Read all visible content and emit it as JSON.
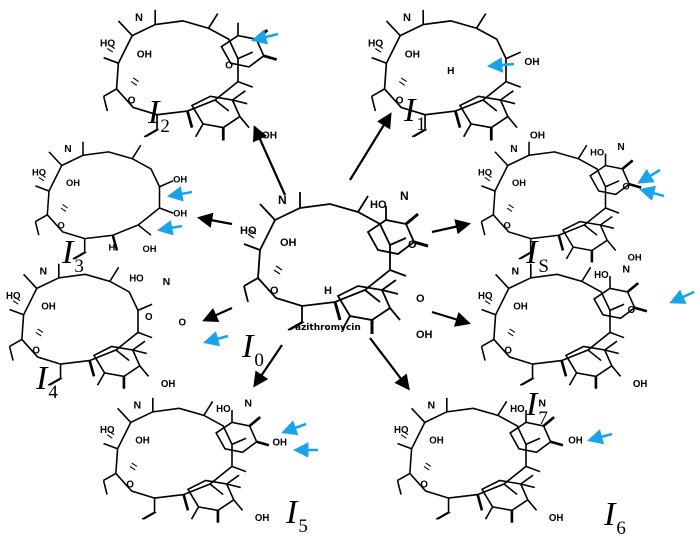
{
  "center": {
    "id": "I",
    "sub": "0",
    "name": "azithromycin"
  },
  "structures": [
    {
      "key": "I2",
      "id": "I",
      "sub": "2",
      "marker": "blue-arrow",
      "marks": 1
    },
    {
      "key": "I1",
      "id": "I",
      "sub": "1",
      "marker": "blue-arrow",
      "marks": 1
    },
    {
      "key": "I3",
      "id": "I",
      "sub": "3",
      "marker": "blue-arrow",
      "marks": 2
    },
    {
      "key": "IS",
      "id": "I",
      "sub": "S",
      "marker": "blue-arrow",
      "marks": 2
    },
    {
      "key": "I4",
      "id": "I",
      "sub": "4",
      "marker": "blue-arrow",
      "marks": 1
    },
    {
      "key": "I7",
      "id": "I",
      "sub": "7",
      "marker": "blue-arrow",
      "marks": 1
    },
    {
      "key": "I5",
      "id": "I",
      "sub": "5",
      "marker": "blue-arrow",
      "marks": 2
    },
    {
      "key": "I6",
      "id": "I",
      "sub": "6",
      "marker": "blue-arrow",
      "marks": 1
    }
  ],
  "atoms": {
    "N": "N",
    "OH": "OH",
    "HO": "HO",
    "O": "O",
    "H": "H",
    "OMe": "O"
  },
  "colors": {
    "ink": "#000000",
    "marker": "#1aa3e8",
    "background": "#ffffff"
  }
}
